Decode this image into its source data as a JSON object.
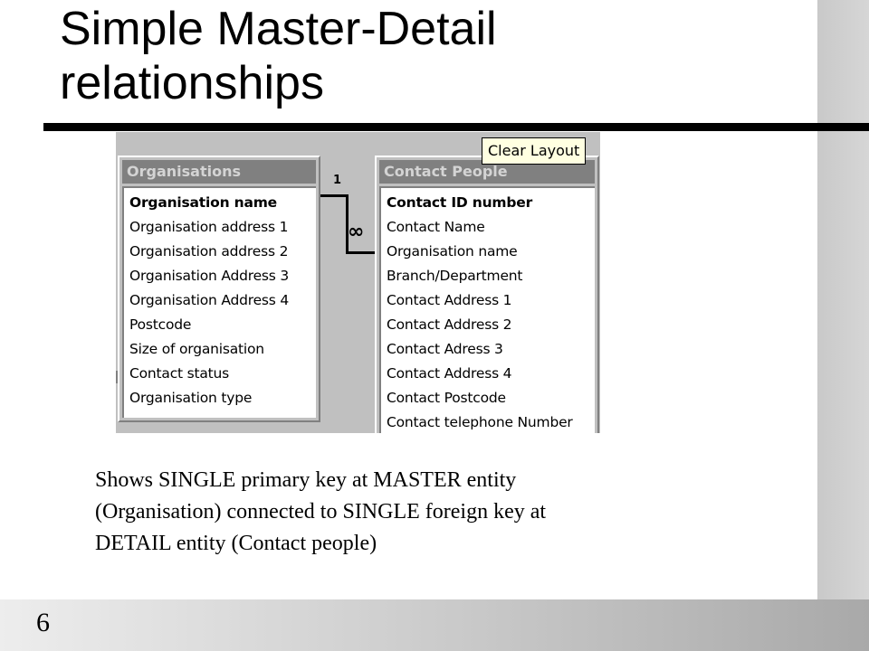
{
  "slide": {
    "title_line1": "Simple Master-Detail",
    "title_line2": "relationships",
    "caption_line1": "Shows SINGLE primary key at MASTER entity",
    "caption_line2": "(Organisation) connected to SINGLE foreign key at",
    "caption_line3": "DETAIL entity (Contact people)",
    "page_number": "6"
  },
  "diagram": {
    "tooltip": "Clear Layout",
    "relationship": {
      "one_label": "1",
      "many_label": "∞"
    },
    "master": {
      "title": "Organisations",
      "fields": [
        {
          "label": "Organisation name",
          "key": true
        },
        {
          "label": "Organisation address 1",
          "key": false
        },
        {
          "label": "Organisation address 2",
          "key": false
        },
        {
          "label": "Organisation Address 3",
          "key": false
        },
        {
          "label": "Organisation Address 4",
          "key": false
        },
        {
          "label": "Postcode",
          "key": false
        },
        {
          "label": "Size of organisation",
          "key": false
        },
        {
          "label": "Contact status",
          "key": false
        },
        {
          "label": "Organisation type",
          "key": false
        }
      ]
    },
    "detail": {
      "title": "Contact People",
      "fields": [
        {
          "label": "Contact ID number",
          "key": true
        },
        {
          "label": "Contact Name",
          "key": false
        },
        {
          "label": "Organisation name",
          "key": false
        },
        {
          "label": "Branch/Department",
          "key": false
        },
        {
          "label": "Contact Address 1",
          "key": false
        },
        {
          "label": "Contact Address 2",
          "key": false
        },
        {
          "label": "Contact Adress 3",
          "key": false
        },
        {
          "label": "Contact Address 4",
          "key": false
        },
        {
          "label": "Contact Postcode",
          "key": false
        },
        {
          "label": "Contact telephone Number",
          "key": false
        }
      ]
    }
  },
  "colors": {
    "window_face": "#c0c0c0",
    "title_bar": "#808080",
    "tooltip_bg": "#ffffe1"
  }
}
